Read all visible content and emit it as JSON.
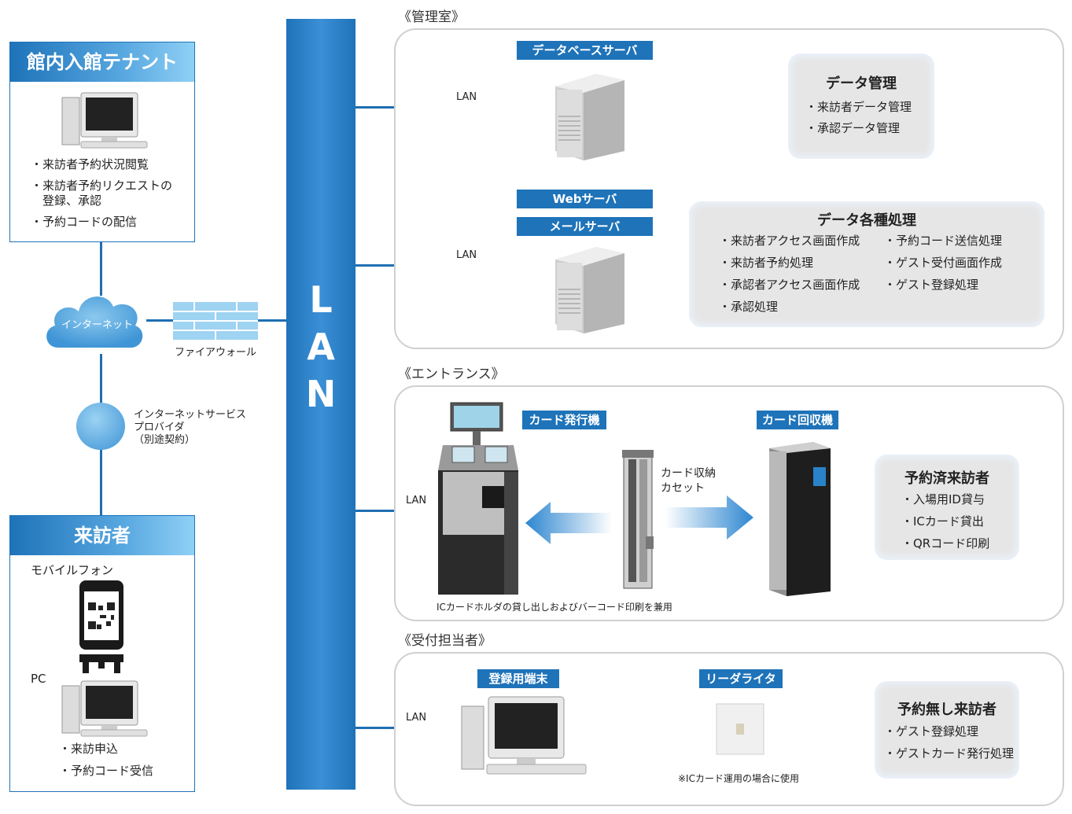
{
  "lan_bar": [
    "L",
    "A",
    "N"
  ],
  "tenant": {
    "title": "館内入館テナント",
    "bullets": [
      "・来訪者予約状況閲覧",
      "・来訪者予約リクエストの",
      "　登録、承認",
      "・予約コードの配信"
    ]
  },
  "internet": {
    "cloud_label": "インターネット",
    "firewall_label": "ファイアウォール",
    "isp_lines": [
      "インターネットサービス",
      "プロバイダ",
      "（別途契約）"
    ]
  },
  "visitor": {
    "title": "来訪者",
    "mobile_label": "モバイルフォン",
    "pc_label": "PC",
    "bullets": [
      "・来訪申込",
      "・予約コード受信"
    ]
  },
  "management": {
    "section_label": "《管理室》",
    "db_server_tag": "データベースサーバ",
    "web_server_tag": "Webサーバ",
    "mail_server_tag": "メールサーバ",
    "lan_label_1": "LAN",
    "lan_label_2": "LAN",
    "data_mgmt": {
      "title": "データ管理",
      "bullets": [
        "・来訪者データ管理",
        "・承認データ管理"
      ]
    },
    "data_proc": {
      "title": "データ各種処理",
      "col1": [
        "・来訪者アクセス画面作成",
        "・来訪者予約処理",
        "・承認者アクセス画面作成",
        "・承認処理"
      ],
      "col2": [
        "・予約コード送信処理",
        "・ゲスト受付画面作成",
        "・ゲスト登録処理"
      ]
    }
  },
  "entrance": {
    "section_label": "《エントランス》",
    "lan_label": "LAN",
    "issuer_tag": "カード発行機",
    "collector_tag": "カード回収機",
    "cassette_lines": [
      "カード収納",
      "カセット"
    ],
    "issuer_note": "ICカードホルダの貸し出しおよびバーコード印刷を兼用",
    "reserved": {
      "title": "予約済来訪者",
      "bullets": [
        "・入場用ID貸与",
        "・ICカード貸出",
        "・QRコード印刷"
      ]
    }
  },
  "reception": {
    "section_label": "《受付担当者》",
    "lan_label": "LAN",
    "terminal_tag": "登録用端末",
    "reader_tag": "リーダライタ",
    "reader_note": "※ICカード運用の場合に使用",
    "unreserved": {
      "title": "予約無し来訪者",
      "bullets": [
        "・ゲスト登録処理",
        "・ゲストカード発行処理"
      ]
    }
  }
}
